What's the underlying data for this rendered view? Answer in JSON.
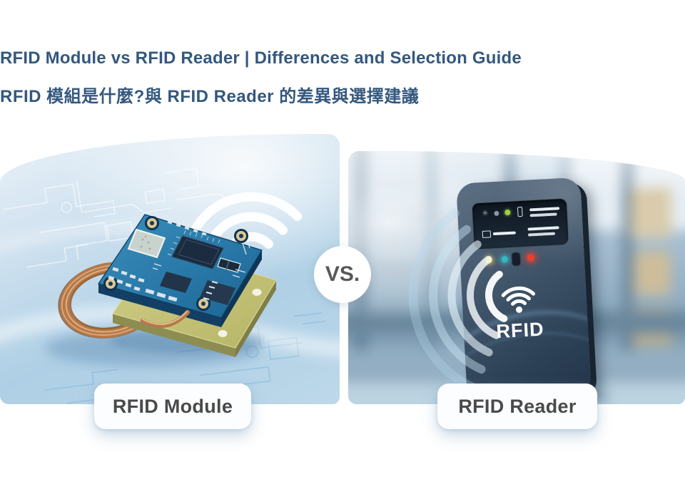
{
  "header": {
    "title": "RFID Module vs RFID Reader | Differences and Selection Guide",
    "subtitle": "RFID 模組是什麼?與 RFID Reader 的差異與選擇建議",
    "title_color": "#34587e"
  },
  "versus": {
    "label": "VS.",
    "text_color": "#57585a"
  },
  "panels": {
    "left": {
      "caption": "RFID Module",
      "icons": [
        "wifi-signal-icon"
      ],
      "theme_colors": {
        "background": "#bdd8ea",
        "pcb_blue": "#2f7fae",
        "base_board_yellow": "#c7c57d",
        "coil_copper": "#b5794a"
      }
    },
    "right": {
      "caption": "RFID Reader",
      "device_label": "RFID",
      "icons": [
        "rfid-wifi-icon",
        "signal-waves-icon",
        "status-leds"
      ],
      "led_colors": [
        "#e6c94d",
        "#2fbac3",
        "#ef3d2e"
      ],
      "display_status_green": "#9ccf3f",
      "theme_colors": {
        "background": "#84a2b8",
        "device_body": "#3e5268"
      }
    }
  },
  "caption_text_color": "#4a4a4a"
}
